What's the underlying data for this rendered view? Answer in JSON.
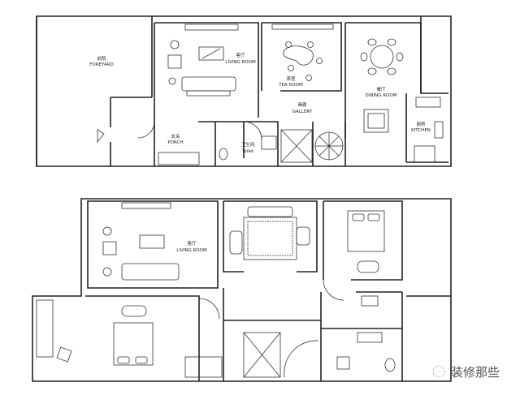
{
  "floor1": {
    "foreyard": {
      "zh": "前院",
      "en": "FOREYARD"
    },
    "living_room": {
      "zh": "客厅",
      "en": "LIVING ROOM"
    },
    "tea_room": {
      "zh": "茶室",
      "en": "TEA ROOM"
    },
    "gallery": {
      "zh": "画廊",
      "en": "GALLERY"
    },
    "dining_room": {
      "zh": "餐厅",
      "en": "DINING ROOM"
    },
    "porch": {
      "zh": "玄关",
      "en": "PORCH"
    },
    "toilet": {
      "zh": "卫生间",
      "en": "Toilet"
    },
    "kitchen": {
      "zh": "厨房",
      "en": "KITCHEN"
    }
  },
  "floor2": {
    "living_room": {
      "zh": "客厅",
      "en": "LIVING ROOM"
    }
  },
  "watermark": "装修那些"
}
